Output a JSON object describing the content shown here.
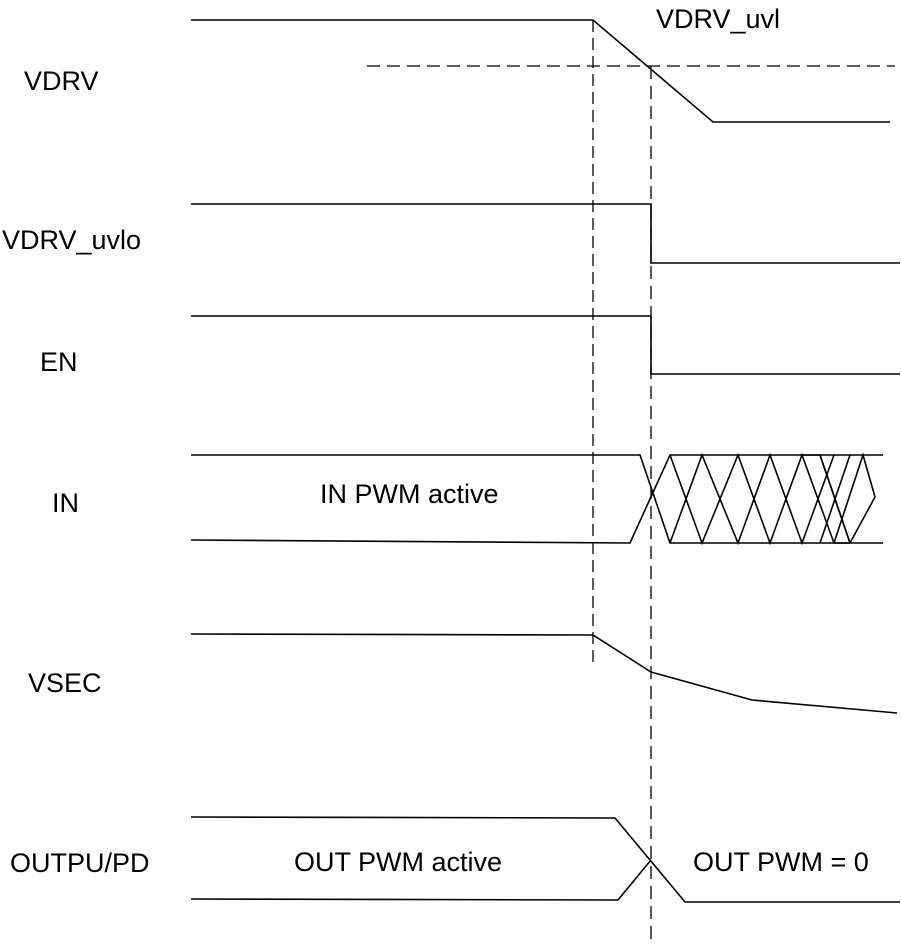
{
  "signals": {
    "vdrv": "VDRV",
    "vdrv_uvlo": "VDRV_uvlo",
    "en": "EN",
    "in": "IN",
    "vsec": "VSEC",
    "outpu_pd": "OUTPU/PD"
  },
  "annotations": {
    "threshold": "VDRV_uvl",
    "in_active": "IN PWM active",
    "out_active": "OUT PWM active",
    "out_zero": "OUT PWM = 0"
  },
  "colors": {
    "line": "#000000",
    "background": "#ffffff"
  }
}
